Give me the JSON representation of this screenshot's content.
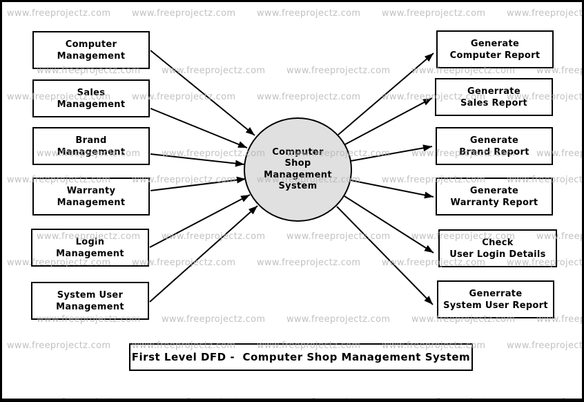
{
  "diagram": {
    "watermark_text": "www.freeprojectz.com",
    "title": "First Level DFD -  Computer Shop Management System",
    "process": {
      "label_lines": [
        "Computer",
        "Shop",
        "Management",
        "System"
      ]
    },
    "sources": [
      {
        "label_lines": [
          "Computer",
          "Management"
        ]
      },
      {
        "label_lines": [
          "Sales",
          "Management"
        ]
      },
      {
        "label_lines": [
          "Brand",
          "Management"
        ]
      },
      {
        "label_lines": [
          "Warranty",
          "Management"
        ]
      },
      {
        "label_lines": [
          "Login",
          "Management"
        ]
      },
      {
        "label_lines": [
          "System User",
          "Management"
        ]
      }
    ],
    "sinks": [
      {
        "label_lines": [
          "Generate",
          "Computer Report"
        ]
      },
      {
        "label_lines": [
          "Generrate",
          "Sales Report"
        ]
      },
      {
        "label_lines": [
          "Generate",
          "Brand Report"
        ]
      },
      {
        "label_lines": [
          "Generate",
          "Warranty Report"
        ]
      },
      {
        "label_lines": [
          "Check",
          "User Login Details"
        ]
      },
      {
        "label_lines": [
          "Generrate",
          "System User Report"
        ]
      }
    ],
    "colors": {
      "process_fill": "#e0e0e0",
      "stroke": "#000000",
      "watermark": "#b2b2b2",
      "background": "#ffffff"
    }
  }
}
